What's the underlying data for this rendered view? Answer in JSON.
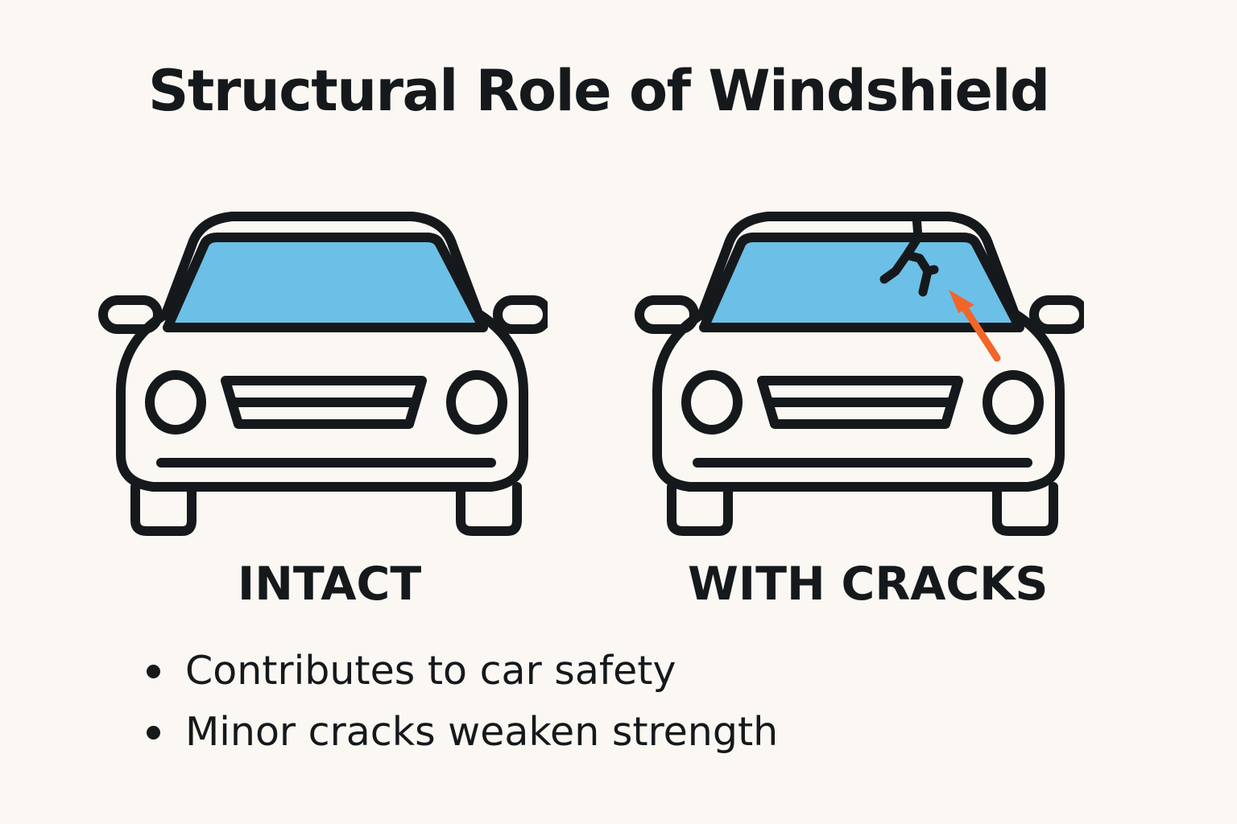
{
  "title": "Structural Role of Windshield",
  "colors": {
    "background": "#fbf8f3",
    "outline": "#15191c",
    "glass": "#6cbfe6",
    "arrow": "#f2652a"
  },
  "cars": [
    {
      "label": "INTACT",
      "icon": "car-front-icon",
      "cracked": false
    },
    {
      "label": "WITH CRACKS",
      "icon": "car-front-cracked-icon",
      "cracked": true
    }
  ],
  "bullets": [
    "Contributes to car safety",
    "Minor cracks weaken strength"
  ]
}
